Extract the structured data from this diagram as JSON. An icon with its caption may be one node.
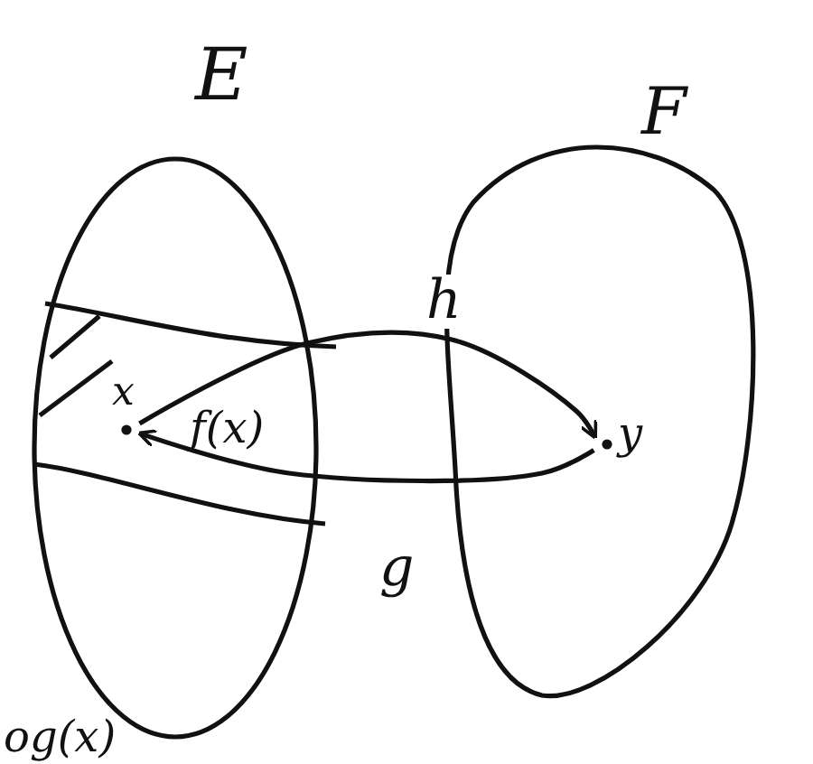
{
  "diagram": {
    "nodes": [
      {
        "text": [
          "E"
        ]
      },
      {
        "text": [
          "F"
        ]
      },
      {
        "text": [
          "f(x)"
        ],
        "in": 0
      },
      {
        "text": [
          "x"
        ],
        "in": 2
      },
      {
        "text": [
          "y"
        ],
        "in": 1
      }
    ],
    "edges": [
      {
        "from": 3,
        "to": 4,
        "arrow": "to",
        "label": "h"
      },
      {
        "from": 4,
        "to": 3,
        "arrow": "to",
        "label": "g"
      }
    ],
    "labels": [
      "og(x)"
    ]
  }
}
